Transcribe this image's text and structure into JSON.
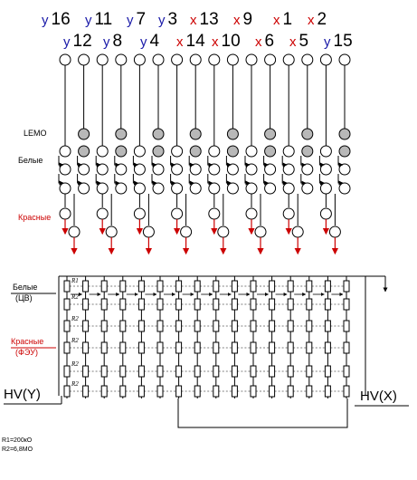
{
  "colors": {
    "ink": "#000000",
    "y_prefix": "#1a1aa8",
    "x_prefix": "#cc0000",
    "red_label": "#cc0000",
    "red_arrow": "#cc0000",
    "lemo_fill": "#b8b8b8"
  },
  "channels_top": [
    {
      "prefix": "y",
      "num": "16"
    },
    {
      "prefix": "y",
      "num": "11"
    },
    {
      "prefix": "y",
      "num": "7"
    },
    {
      "prefix": "y",
      "num": "3"
    },
    {
      "prefix": "x",
      "num": "13"
    },
    {
      "prefix": "x",
      "num": "9"
    },
    {
      "prefix": "x",
      "num": "1"
    },
    {
      "prefix": "x",
      "num": "2"
    }
  ],
  "channels_bottom": [
    {
      "prefix": "y",
      "num": "12"
    },
    {
      "prefix": "y",
      "num": "8"
    },
    {
      "prefix": "y",
      "num": "4"
    },
    {
      "prefix": "x",
      "num": "14"
    },
    {
      "prefix": "x",
      "num": "10"
    },
    {
      "prefix": "x",
      "num": "6"
    },
    {
      "prefix": "x",
      "num": "5"
    },
    {
      "prefix": "y",
      "num": "15"
    }
  ],
  "labels": {
    "lemo": "LEMO",
    "white": "Белые",
    "red": "Красные",
    "white2": "Белые",
    "white2_sub": "(ЦВ)",
    "red2": "Красные",
    "red2_sub": "(ФЭУ)",
    "r1": "R1",
    "r2": "R2"
  },
  "hv": {
    "left": "HV(Y)",
    "right": "HV(X)"
  },
  "notes": [
    "R1=200кО",
    "R2=6,8МО"
  ]
}
